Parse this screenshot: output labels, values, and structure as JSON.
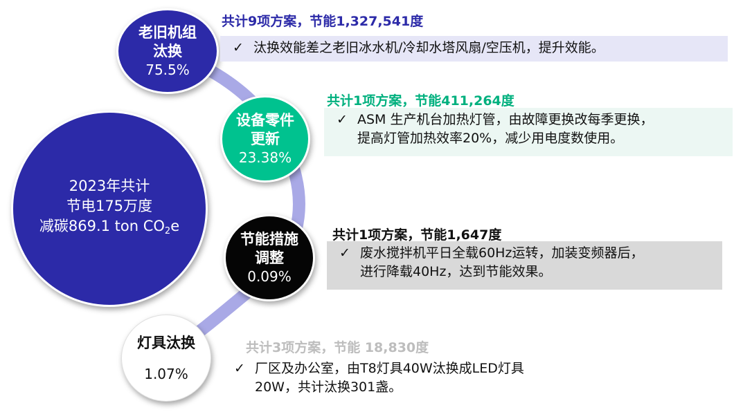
{
  "summary": {
    "line1": "2023年共计",
    "line2": "节电175万度",
    "line3_prefix": "减碳869.1 ton CO",
    "line3_sub": "2",
    "line3_suffix": "e"
  },
  "categories": [
    {
      "label": "老旧机组\n汰换",
      "percent": "75.5%",
      "heading": "共计9项方案，节能1,327,541度",
      "check": "✓",
      "detail": "汰换效能差之老旧冰水机/冷却水塔风扇/空压机，提升效能。"
    },
    {
      "label": "设备零件\n更新",
      "percent": "23.38%",
      "heading": "共计1项方案，节能411,264度",
      "check": "✓",
      "detail": "ASM 生产机台加热灯管，由故障更换改每季更换，\n提高灯管加热效率20%，减少用电度数使用。"
    },
    {
      "label": "节能措施\n调整",
      "percent": "0.09%",
      "heading": "共计1项方案，节能1,647度",
      "check": "✓",
      "detail": "废水搅拌机平日全载60Hz运转，加装变频器后，\n进行降载40Hz，达到节能效果。"
    },
    {
      "label": "灯具汰换",
      "percent": "1.07%",
      "heading": "共计3项方案，节能 18,830度",
      "check": "✓",
      "detail": "厂区及办公室，由T8灯具40W汰换成LED灯具\n20W，共计汰换301盏。"
    }
  ],
  "colors": {
    "navy": "#2c2aa8",
    "teal": "#00c28f",
    "black": "#050505",
    "arc": "#a9a9e6"
  }
}
